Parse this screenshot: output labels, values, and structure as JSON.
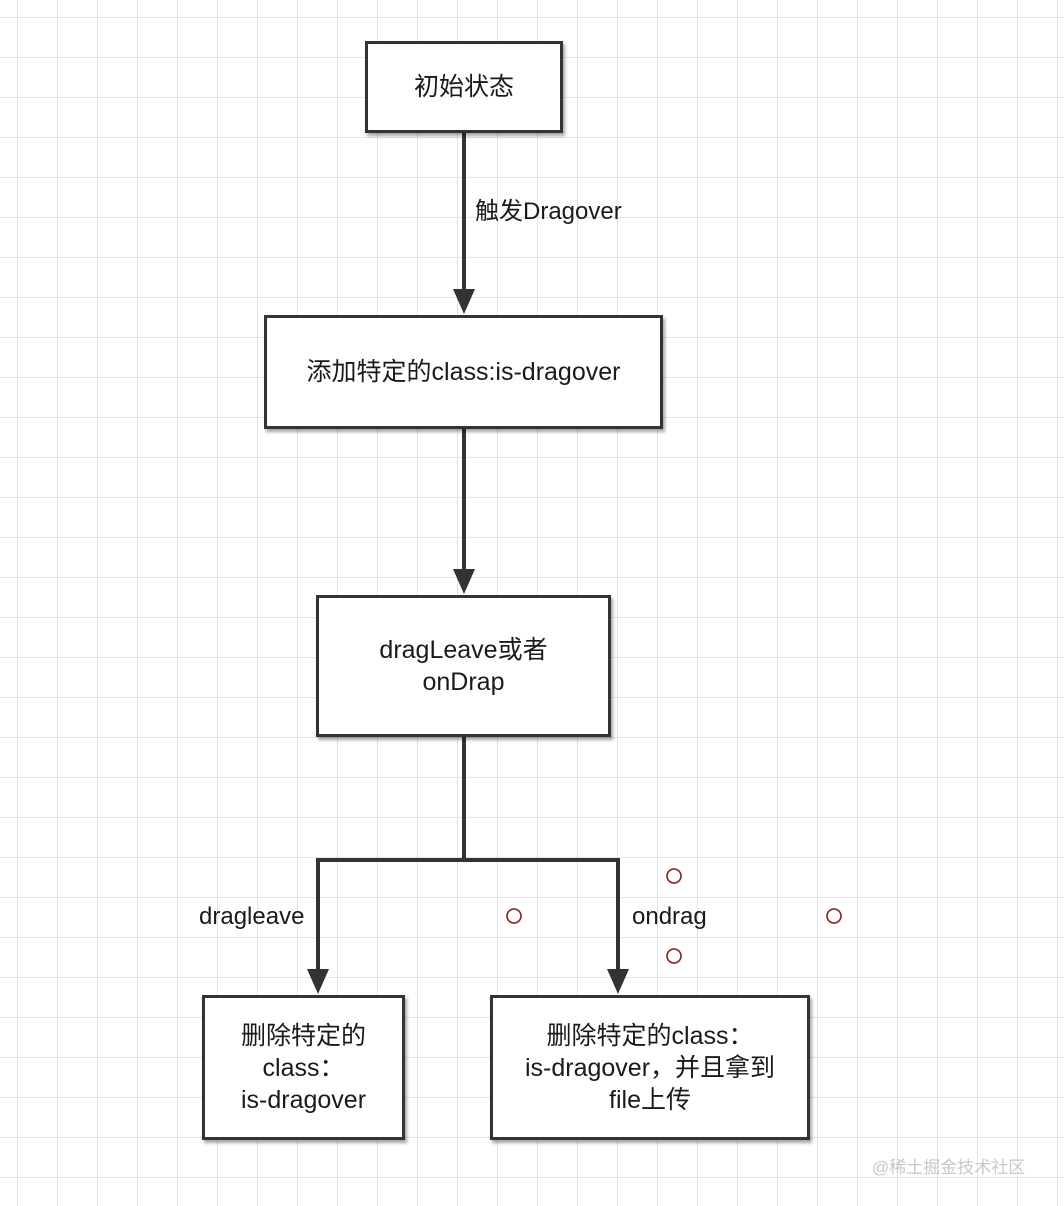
{
  "nodes": {
    "initial": "初始状态",
    "add_class": "添加特定的class:is-dragover",
    "leave_or_drop": "dragLeave或者\nonDrap",
    "remove_left": "删除特定的\nclass：\nis-dragover",
    "remove_right": "删除特定的class：\nis-dragover，并且拿到\nfile上传"
  },
  "edges": {
    "trigger": "触发Dragover",
    "dragleave": "dragleave",
    "ondrag": "ondrag"
  },
  "watermark": "@稀土掘金技术社区",
  "colors": {
    "line": "#333333",
    "grid": "#e3e3e3",
    "handle": "#8b1a1a"
  }
}
